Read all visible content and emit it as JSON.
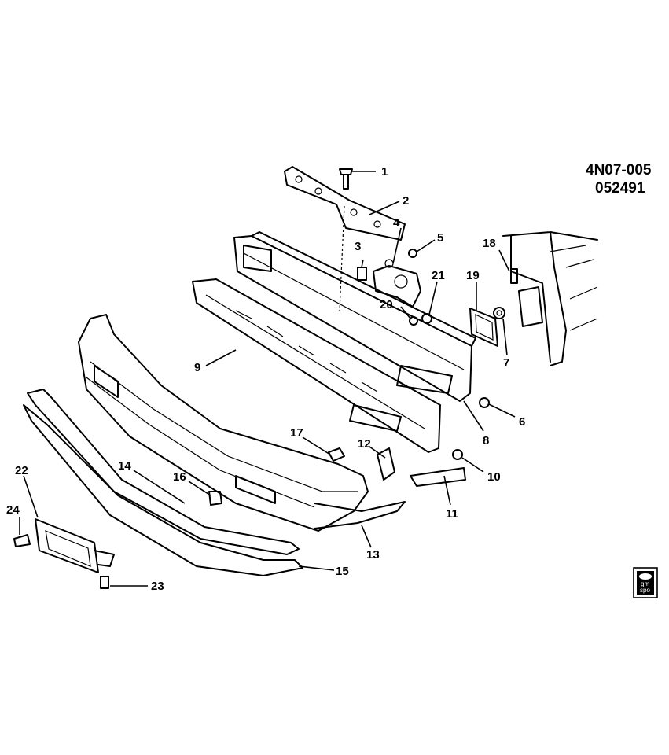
{
  "diagram_code": "4N07-005",
  "diagram_date": "052491",
  "logo_text": [
    "gm",
    "spo"
  ],
  "callouts": [
    "1",
    "2",
    "3",
    "4",
    "5",
    "6",
    "7",
    "8",
    "9",
    "10",
    "11",
    "12",
    "13",
    "14",
    "15",
    "16",
    "17",
    "18",
    "19",
    "20",
    "21",
    "22",
    "23",
    "24"
  ]
}
